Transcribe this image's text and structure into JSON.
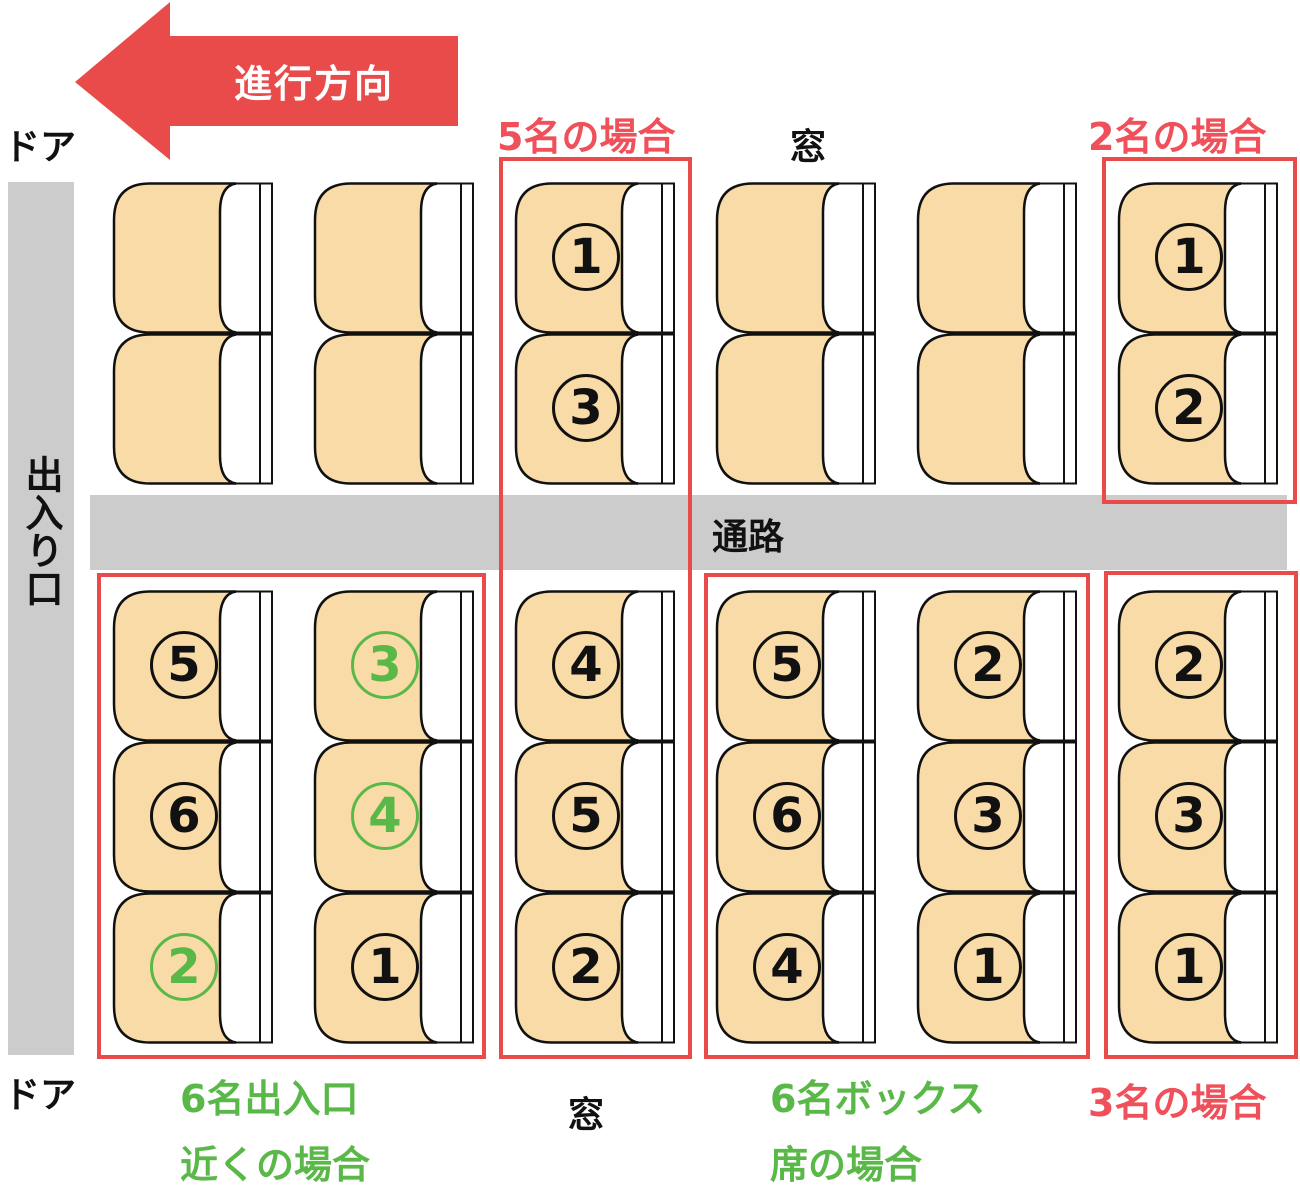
{
  "direction": {
    "label": "進行方向",
    "color": "#e94b4b"
  },
  "door_top": "ドア",
  "door_bottom": "ドア",
  "entrance": "出入り口",
  "aisle": "通路",
  "window_top": "窓",
  "window_bottom": "窓",
  "groups": {
    "five": {
      "label": "5名の場合",
      "color": "#f0505a"
    },
    "two": {
      "label": "2名の場合",
      "color": "#f0505a"
    },
    "three": {
      "label": "3名の場合",
      "color": "#f0505a"
    },
    "six_entrance": {
      "line1": "6名出入口",
      "line2": "近くの場合",
      "color": "#5ab848"
    },
    "six_box": {
      "line1": "6名ボックス",
      "line2": "席の場合",
      "color": "#5ab848"
    }
  },
  "colors": {
    "seat": "#f8dba6",
    "aisle": "#cccccc",
    "red": "#e94b4b",
    "green": "#5ab848"
  },
  "seats": {
    "top": [
      [
        "",
        ""
      ],
      [
        "",
        ""
      ],
      [
        "①",
        "③"
      ],
      [
        "",
        ""
      ],
      [
        "",
        ""
      ],
      [
        "①",
        "②"
      ]
    ],
    "bottom": [
      [
        "⑤",
        "⑥",
        "②"
      ],
      [
        "③",
        "④",
        "①"
      ],
      [
        "④",
        "⑤",
        "②"
      ],
      [
        "⑤",
        "⑥",
        "④"
      ],
      [
        "②",
        "③",
        "①"
      ],
      [
        "②",
        "③",
        "①"
      ]
    ],
    "green_marked": [
      "bottom.0.2",
      "bottom.1.0",
      "bottom.1.1"
    ]
  }
}
